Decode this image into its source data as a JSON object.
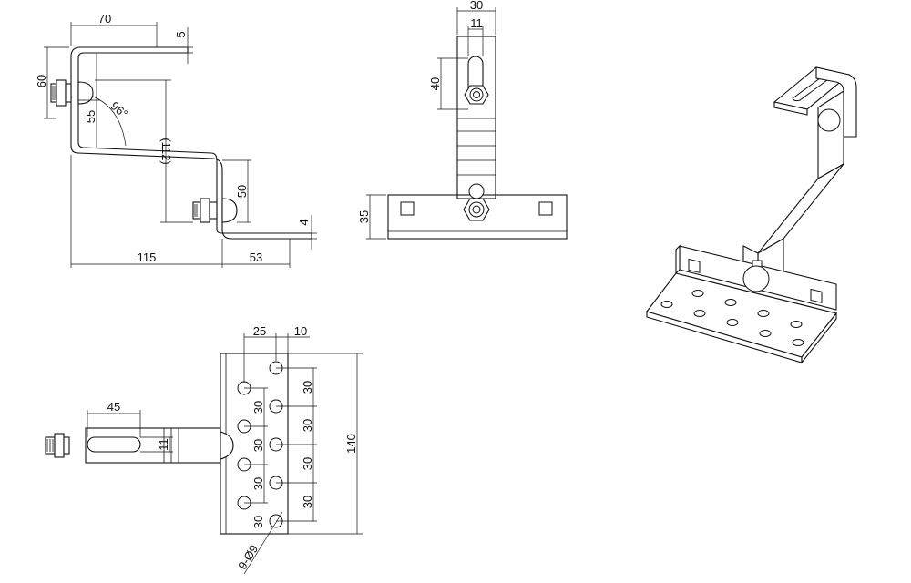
{
  "side_view": {
    "dims": {
      "top_width": "70",
      "top_thickness": "5",
      "left_height": "60",
      "inner_height": "55",
      "angle": "96°",
      "overall_height": "(112)",
      "lower_height": "50",
      "bottom_thickness": "4",
      "base_length": "115",
      "foot_length": "53"
    }
  },
  "front_view": {
    "dims": {
      "top_width": "30",
      "slot_width": "11",
      "slot_length": "40",
      "base_height": "35"
    }
  },
  "top_view": {
    "dims": {
      "hole_offset": "25",
      "edge_offset": "10",
      "slot_length": "45",
      "slot_width": "11",
      "pitch_1": "30",
      "pitch_2": "30",
      "pitch_3": "30",
      "pitch_4": "30",
      "pitch_5": "30",
      "pitch_6": "30",
      "pitch_7": "30",
      "pitch_8": "30",
      "overall_length": "140",
      "holes": "9-Ø9"
    }
  }
}
